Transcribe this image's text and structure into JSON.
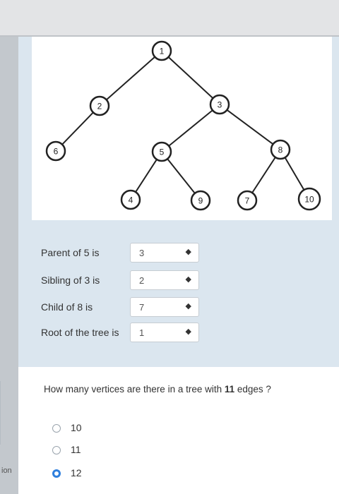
{
  "tree": {
    "nodes": [
      {
        "label": "1",
        "parent": null
      },
      {
        "label": "2",
        "parent": "1"
      },
      {
        "label": "3",
        "parent": "1"
      },
      {
        "label": "6",
        "parent": "2"
      },
      {
        "label": "5",
        "parent": "3"
      },
      {
        "label": "8",
        "parent": "3"
      },
      {
        "label": "4",
        "parent": "5"
      },
      {
        "label": "9",
        "parent": "5"
      },
      {
        "label": "7",
        "parent": "8"
      },
      {
        "label": "10",
        "parent": "8"
      }
    ]
  },
  "matching": {
    "rows": [
      {
        "label": "Parent of 5 is",
        "value": "3"
      },
      {
        "label": "Sibling of 3 is",
        "value": "2"
      },
      {
        "label": "Child of 8 is",
        "value": "7"
      },
      {
        "label": "Root of the tree is",
        "value": "1"
      }
    ],
    "arrow": "◆"
  },
  "question2": {
    "text_prefix": "How many vertices are there in a tree with ",
    "text_bold": "11",
    "text_suffix": " edges ?",
    "options": [
      {
        "label": "10",
        "selected": false
      },
      {
        "label": "11",
        "selected": false
      },
      {
        "label": "12",
        "selected": true
      }
    ]
  },
  "side": {
    "label": "ion"
  },
  "colors": {
    "accent": "#2f7fdd",
    "node_stroke": "#222222"
  }
}
